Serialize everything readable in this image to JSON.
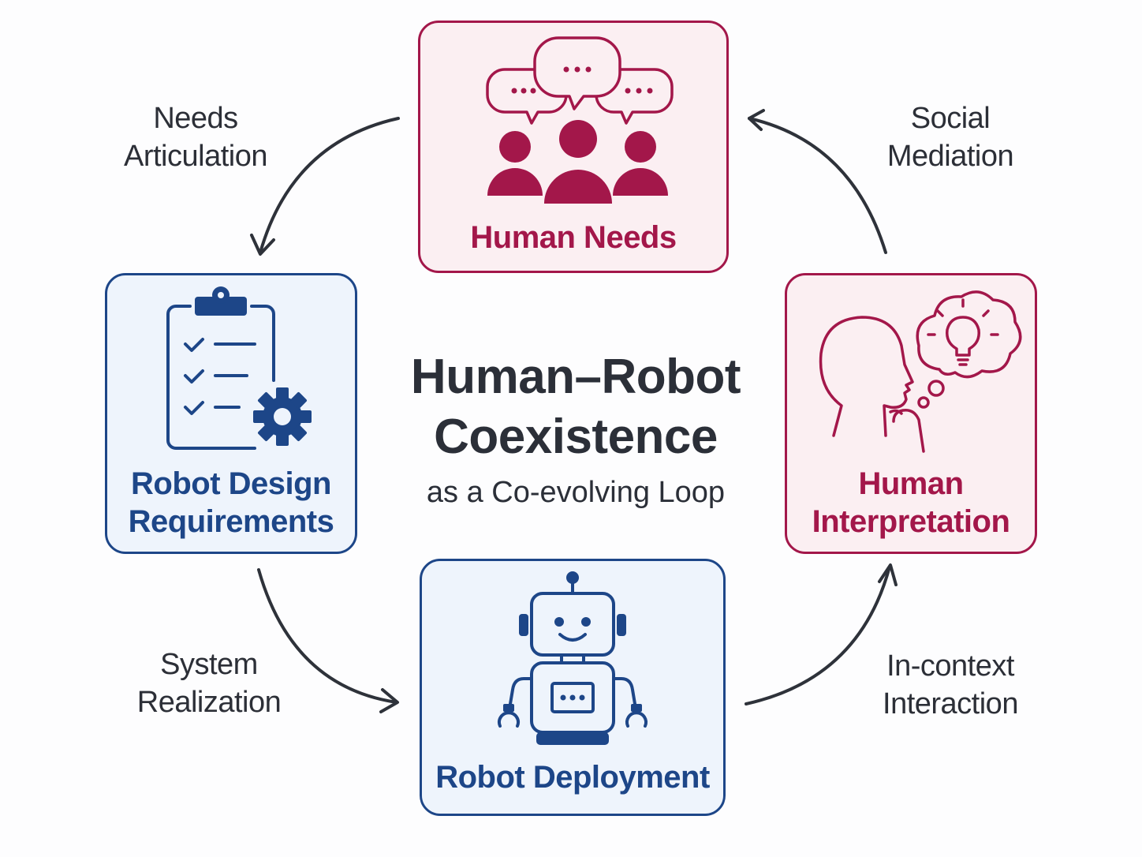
{
  "title": {
    "line1": "Human–Robot",
    "line2": "Coexistence",
    "subtitle": "as a Co-evolving Loop"
  },
  "nodes": {
    "human_needs": {
      "label": "Human Needs",
      "icon": "people-with-speech-bubbles-icon"
    },
    "robot_design": {
      "label_line1": "Robot Design",
      "label_line2": "Requirements",
      "icon": "clipboard-gear-icon"
    },
    "robot_deployment": {
      "label": "Robot Deployment",
      "icon": "robot-icon"
    },
    "human_interpretation": {
      "label_line1": "Human",
      "label_line2": "Interpretation",
      "icon": "thinking-head-lightbulb-icon"
    }
  },
  "edges": {
    "needs_articulation": {
      "line1": "Needs",
      "line2": "Articulation"
    },
    "system_realization": {
      "line1": "System",
      "line2": "Realization"
    },
    "in_context_interaction": {
      "line1": "In-context",
      "line2": "Interaction"
    },
    "social_mediation": {
      "line1": "Social",
      "line2": "Mediation"
    }
  },
  "colors": {
    "human": "#a3174a",
    "human_fill": "#fbeff2",
    "robot": "#1d4688",
    "robot_fill": "#eef4fc",
    "text": "#2c2f37",
    "arrow": "#2e323a"
  }
}
